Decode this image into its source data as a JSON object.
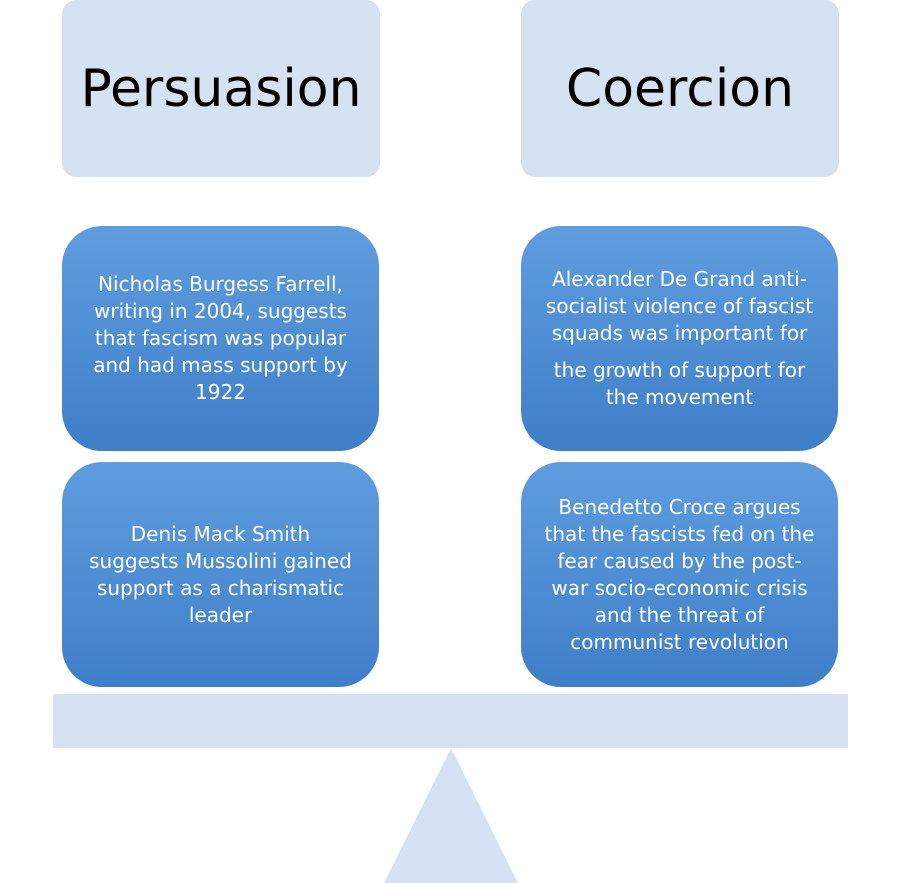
{
  "colors": {
    "header_fill": "#d6e1f1",
    "card_gradient_top": "#5f9ddf",
    "card_gradient_bottom": "#3f7fc8",
    "beam_fill": "#d6e1f1",
    "fulcrum_fill": "#d6e1f1"
  },
  "headers": {
    "left": "Persuasion",
    "right": "Coercion"
  },
  "persuasion": {
    "item1": "Nicholas Burgess Farrell, writing in 2004, suggests that fascism was popular and  had mass support by 1922",
    "item2": "Denis Mack Smith suggests Mussolini gained support as a charismatic leader"
  },
  "coercion": {
    "item1_part1": "Alexander De Grand anti-socialist violence of fascist squads was important for",
    "item1_part2": "the growth of support for the movement",
    "item2": "Benedetto Croce argues that the fascists fed on the fear caused by the post-war socio-economic crisis and the threat of communist revolution"
  }
}
